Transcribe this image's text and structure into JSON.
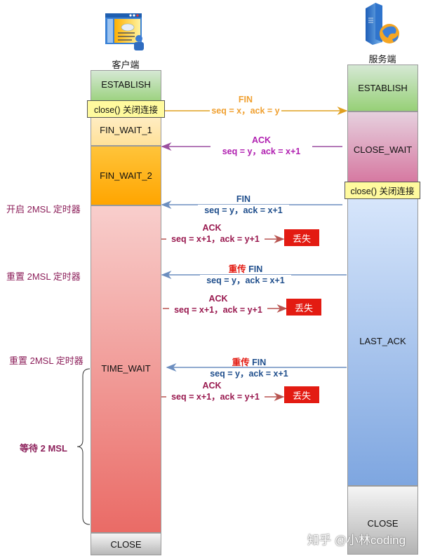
{
  "client": {
    "label": "客户端",
    "icon": "client-computer-icon",
    "states": [
      {
        "name": "ESTABLISH",
        "color_top": "#d5e8d4",
        "color_bottom": "#97d077"
      },
      {
        "name": "FIN_WAIT_1",
        "color_top": "#fff0d0",
        "color_bottom": "#ffe19a"
      },
      {
        "name": "FIN_WAIT_2",
        "color_top": "#ffc233",
        "color_bottom": "#ffa500"
      },
      {
        "name": "TIME_WAIT",
        "color_top": "#f8cecc",
        "color_bottom": "#ea6b66"
      },
      {
        "name": "CLOSE",
        "color_top": "#f5f5f5",
        "color_bottom": "#b3b3b3"
      }
    ],
    "close_note": "close() 关闭连接"
  },
  "server": {
    "label": "服务端",
    "icon": "server-globe-icon",
    "states": [
      {
        "name": "ESTABLISH",
        "color_top": "#d5e8d4",
        "color_bottom": "#97d077"
      },
      {
        "name": "CLOSE_WAIT",
        "color_top": "#e6d0de",
        "color_bottom": "#d5739d"
      },
      {
        "name": "LAST_ACK",
        "color_top": "#dae8fc",
        "color_bottom": "#7ea6e0"
      },
      {
        "name": "CLOSE",
        "color_top": "#f5f5f5",
        "color_bottom": "#b3b3b3"
      }
    ],
    "close_note": "close() 关闭连接"
  },
  "messages": [
    {
      "title": "FIN",
      "detail": "seq = x，ack = y",
      "direction": "client-to-server",
      "color": "#f0a030"
    },
    {
      "title": "ACK",
      "detail": "seq = y，ack = x+1",
      "direction": "server-to-client",
      "color": "#b01fb0"
    },
    {
      "title": "FIN",
      "detail": "seq = y，ack = x+1",
      "direction": "server-to-client",
      "color": "#1f4e8c"
    },
    {
      "title": "ACK",
      "detail": "seq = x+1，ack = y+1",
      "direction": "client-to-lost",
      "color": "#99194f",
      "lost": "丢失"
    },
    {
      "title_prefix": "重传",
      "title": "FIN",
      "detail": "seq = y，ack = x+1",
      "direction": "server-to-client",
      "color": "#1f4e8c"
    },
    {
      "title": "ACK",
      "detail": "seq = x+1，ack = y+1",
      "direction": "client-to-lost",
      "color": "#99194f",
      "lost": "丢失"
    },
    {
      "title_prefix": "重传",
      "title": "FIN",
      "detail": "seq = y，ack = x+1",
      "direction": "server-to-client",
      "color": "#1f4e8c"
    },
    {
      "title": "ACK",
      "detail": "seq = x+1，ack = y+1",
      "direction": "client-to-lost",
      "color": "#99194f",
      "lost": "丢失"
    }
  ],
  "side_notes": [
    "开启 2MSL 定时器",
    "重置 2MSL 定时器",
    "重置 2MSL 定时器",
    "等待 2 MSL"
  ],
  "watermark": "知乎 @小林coding"
}
